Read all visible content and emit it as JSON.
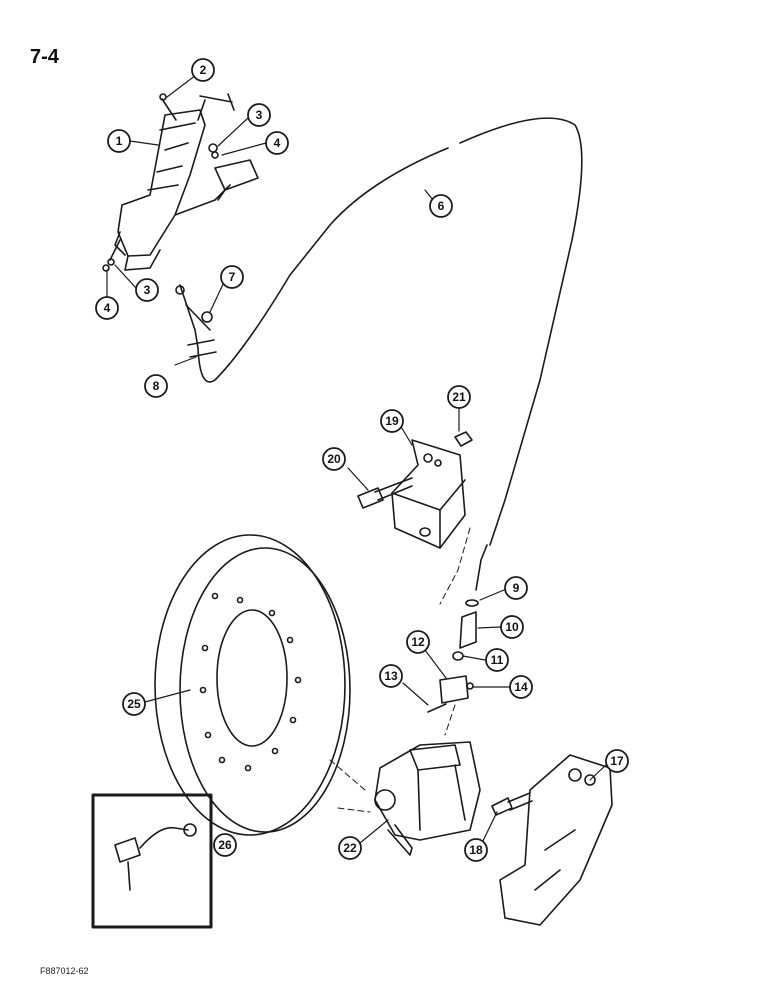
{
  "page": {
    "number": "7-4",
    "figure_code": "F887012-62"
  },
  "callouts": [
    "1",
    "2",
    "3",
    "4",
    "3",
    "4",
    "6",
    "7",
    "8",
    "21",
    "19",
    "20",
    "9",
    "10",
    "11",
    "12",
    "13",
    "14",
    "25",
    "17",
    "22",
    "18",
    "26"
  ],
  "colors": {
    "line": "#1a1a1a",
    "background": "#ffffff"
  }
}
